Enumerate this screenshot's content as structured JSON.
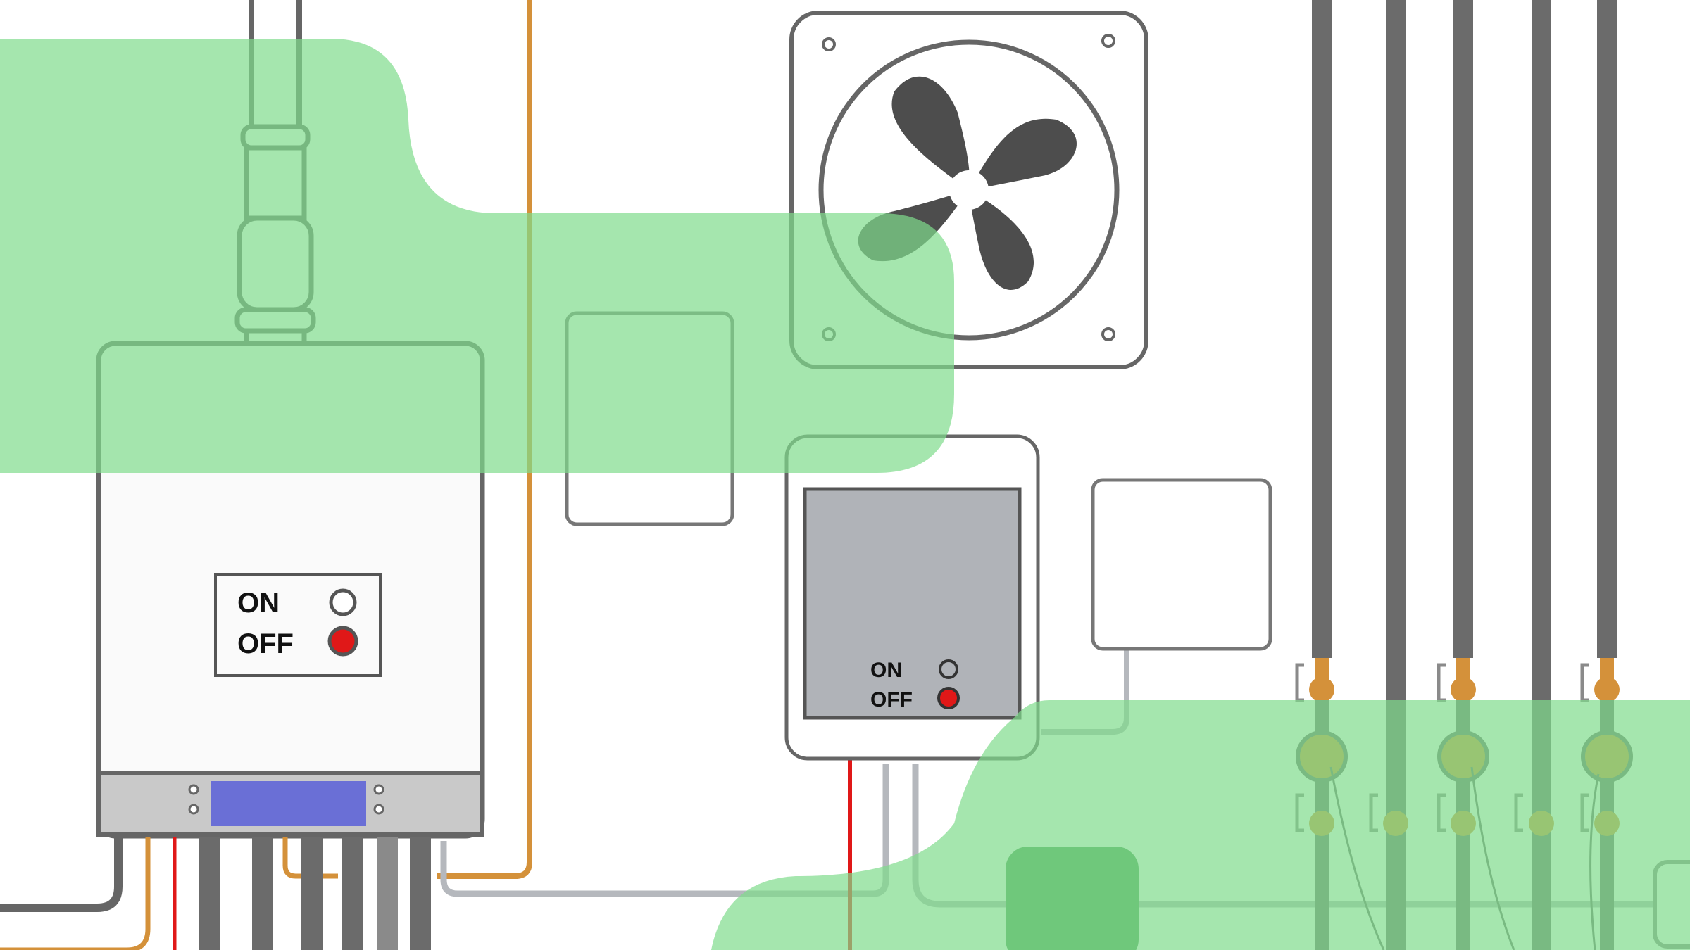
{
  "boiler_panel": {
    "on_label": "ON",
    "off_label": "OFF",
    "state": "off"
  },
  "control_box_panel": {
    "on_label": "ON",
    "off_label": "OFF",
    "state": "off"
  },
  "colors": {
    "highlight": "#7fdc8c",
    "outline": "#666666",
    "indicator_off": "#e01818",
    "copper_pipe": "#d4913a",
    "grey_pipe": "#6b6b6b",
    "display": "#6a6fd6",
    "control_screen": "#b0b3b8"
  },
  "icons": {
    "fan": "fan-icon",
    "indicator_on": "hollow-circle",
    "indicator_off": "filled-red-circle"
  }
}
